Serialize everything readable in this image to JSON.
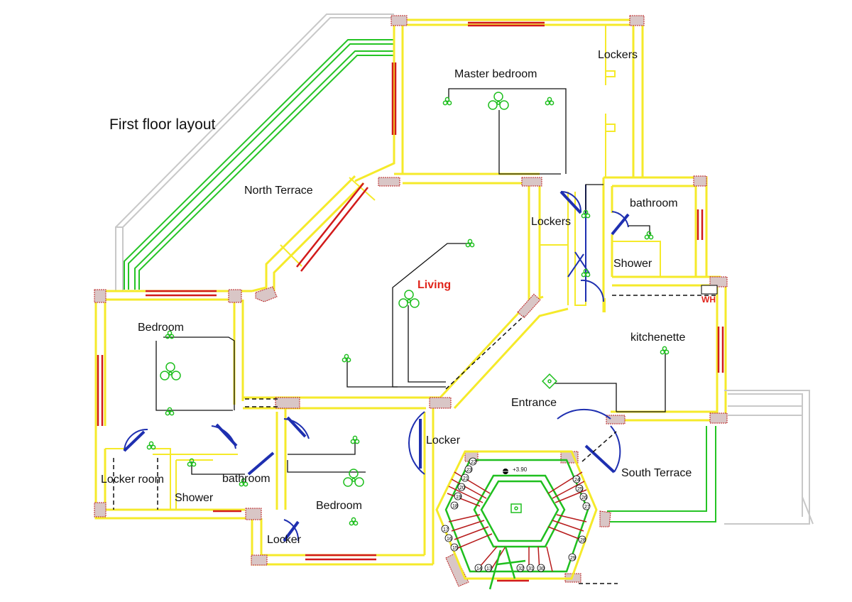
{
  "title": "First floor layout",
  "rooms": {
    "master_bedroom": "Master bedroom",
    "lockers_top": "Lockers",
    "north_terrace": "North Terrace",
    "lockers_mid": "Lockers",
    "bathroom_right": "bathroom",
    "shower_right": "Shower",
    "living": "Living",
    "bedroom_left": "Bedroom",
    "kitchenette": "kitchenette",
    "entrance": "Entrance",
    "locker_center": "Locker",
    "locker_room": "Locker room",
    "shower_left": "Shower",
    "bathroom_left": "bathroom",
    "bedroom_bottom": "Bedroom",
    "south_terrace": "South Terrace",
    "locker_bottom": "Locker"
  },
  "water_heater_tag": "WH",
  "stair_elevation": "+3.90",
  "stair_steps": [
    "22",
    "23",
    "21",
    "20",
    "19",
    "18",
    "24",
    "25",
    "26",
    "27",
    "28",
    "29",
    "17",
    "16",
    "15",
    "14",
    "13",
    "32",
    "31",
    "30"
  ],
  "colors": {
    "wall": "#f5ea2a",
    "terrace_rail": "#25c425",
    "window": "#d21a1a",
    "door": "#1e2fb0",
    "light_fixture": "#1fbf1f",
    "highlight_label": "#e0241b"
  }
}
